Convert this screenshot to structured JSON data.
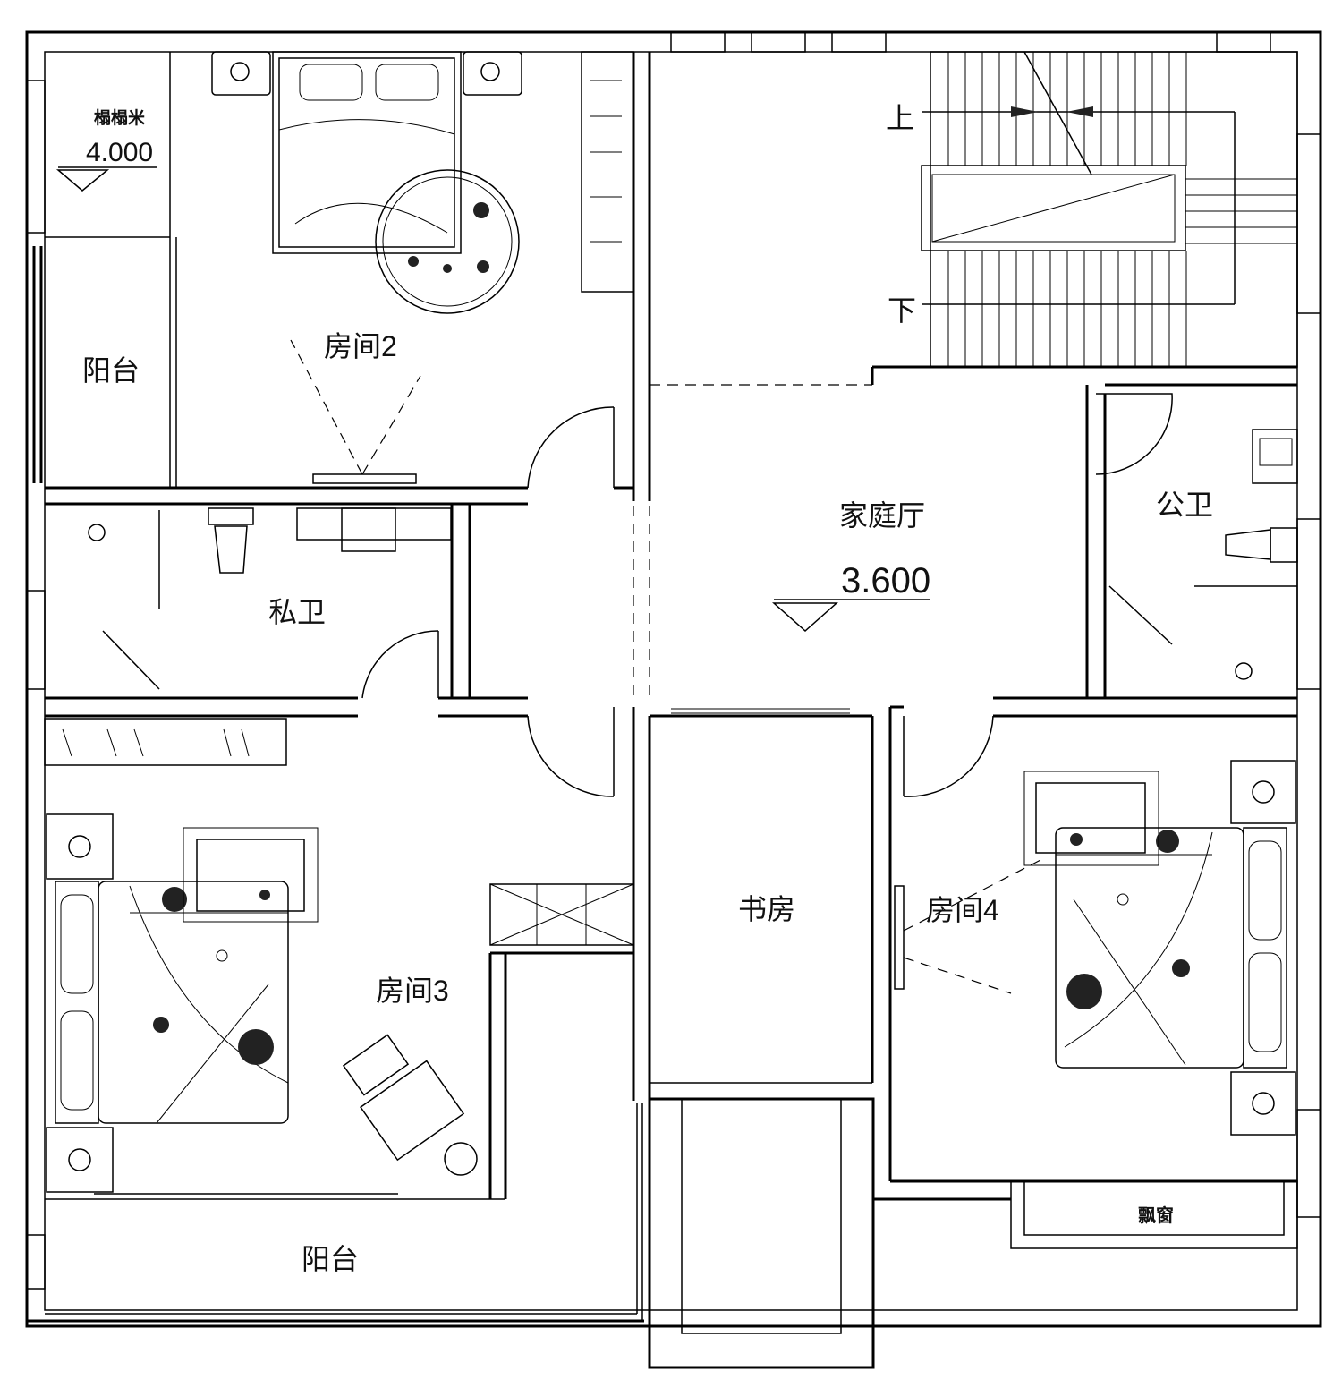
{
  "rooms": {
    "balcony_top": "阳台",
    "tatami": "榻榻米",
    "room2": "房间2",
    "private_bath": "私卫",
    "family_hall": "家庭厅",
    "public_bath": "公卫",
    "room3": "房间3",
    "study": "书房",
    "room4": "房间4",
    "bay_window": "飘窗",
    "balcony_bottom": "阳台"
  },
  "levels": {
    "tatami_level": "4.000",
    "hall_level": "3.600"
  },
  "stairs": {
    "up": "上",
    "down": "下"
  }
}
